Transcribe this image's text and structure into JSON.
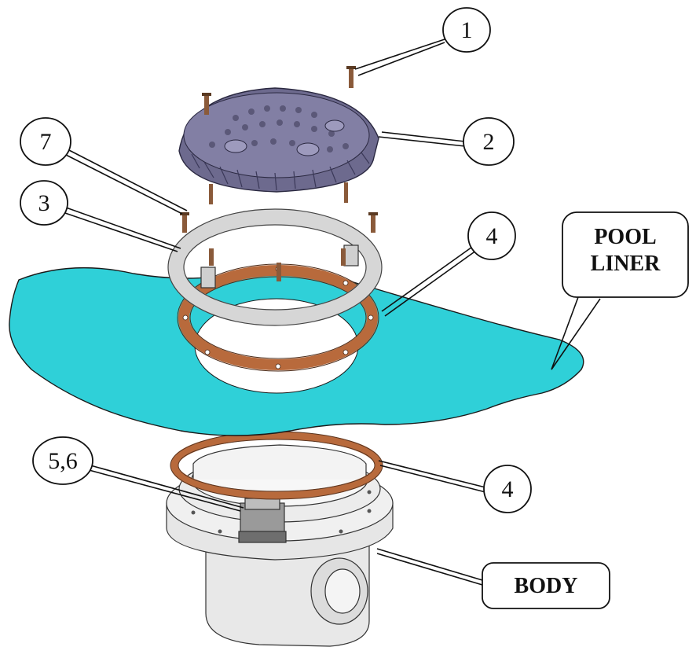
{
  "diagram": {
    "callouts": [
      {
        "id": "c1",
        "label": "1"
      },
      {
        "id": "c2",
        "label": "2"
      },
      {
        "id": "c7",
        "label": "7"
      },
      {
        "id": "c3",
        "label": "3"
      },
      {
        "id": "c4a",
        "label": "4"
      },
      {
        "id": "c56",
        "label": "5,6"
      },
      {
        "id": "c4b",
        "label": "4"
      }
    ],
    "boxes": {
      "pool_liner": {
        "line1": "POOL",
        "line2": "LINER"
      },
      "body": "BODY"
    },
    "colors": {
      "liner": "#2fd0d8",
      "gasket": "#b86a3c",
      "cover": "#6d6a8e",
      "ring": "#d6d6d6",
      "body": "#e4e4e4",
      "screw": "#8a5a3a"
    }
  }
}
